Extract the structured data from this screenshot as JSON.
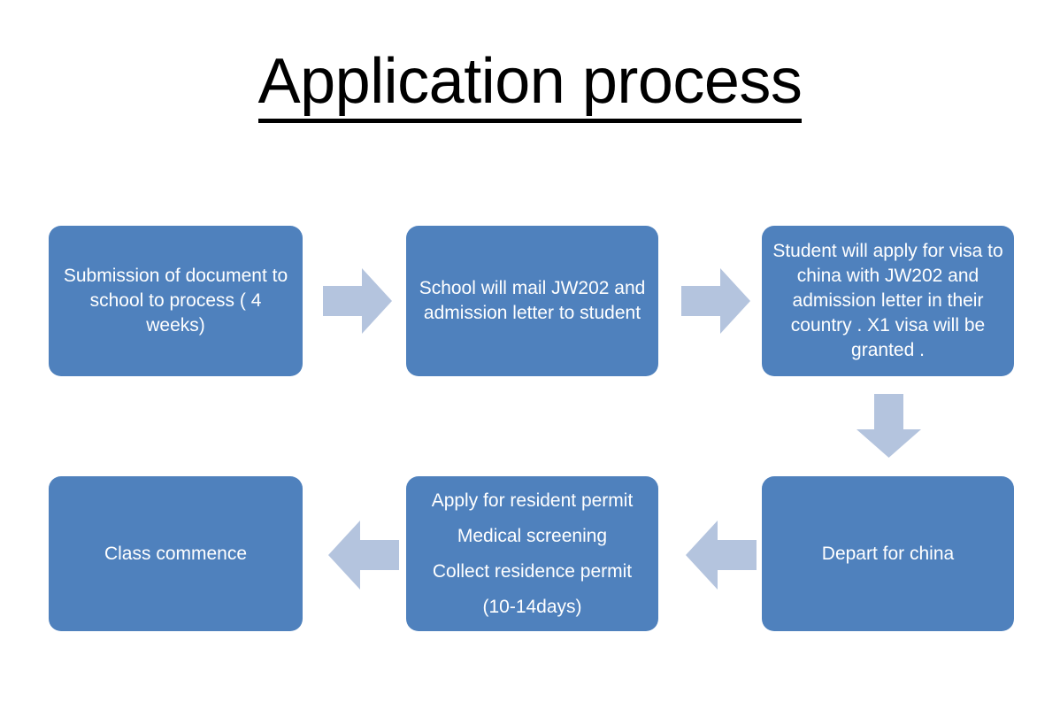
{
  "slide": {
    "title": "Application process",
    "background_color": "#FFFFFF",
    "box_color": "#4F81BD",
    "box_text_color": "#FFFFFF",
    "arrow_color": "#B4C4DE",
    "title_color": "#000000"
  },
  "boxes": [
    {
      "id": "submission",
      "text": "Submission of document to school to process ( 4 weeks)"
    },
    {
      "id": "mail-jw202",
      "text": "School will  mail JW202 and admission letter to student"
    },
    {
      "id": "visa-apply",
      "text": "Student will apply for visa to china with JW202 and admission letter in their country . X1 visa will be granted ."
    },
    {
      "id": "depart-china",
      "text": "Depart for china"
    },
    {
      "id": "resident-permit",
      "text": "Apply for resident permit\nMedical screening\nCollect residence permit\n(10-14days)"
    },
    {
      "id": "class-commence",
      "text": "Class commence"
    }
  ],
  "arrows": [
    {
      "id": "arrow-1",
      "direction": "right",
      "icon": "arrow-right-icon"
    },
    {
      "id": "arrow-2",
      "direction": "right",
      "icon": "arrow-right-icon"
    },
    {
      "id": "arrow-down-1",
      "direction": "down",
      "icon": "arrow-down-icon"
    },
    {
      "id": "arrow-left-1",
      "direction": "left",
      "icon": "arrow-left-icon"
    },
    {
      "id": "arrow-left-2",
      "direction": "left",
      "icon": "arrow-left-icon"
    }
  ]
}
